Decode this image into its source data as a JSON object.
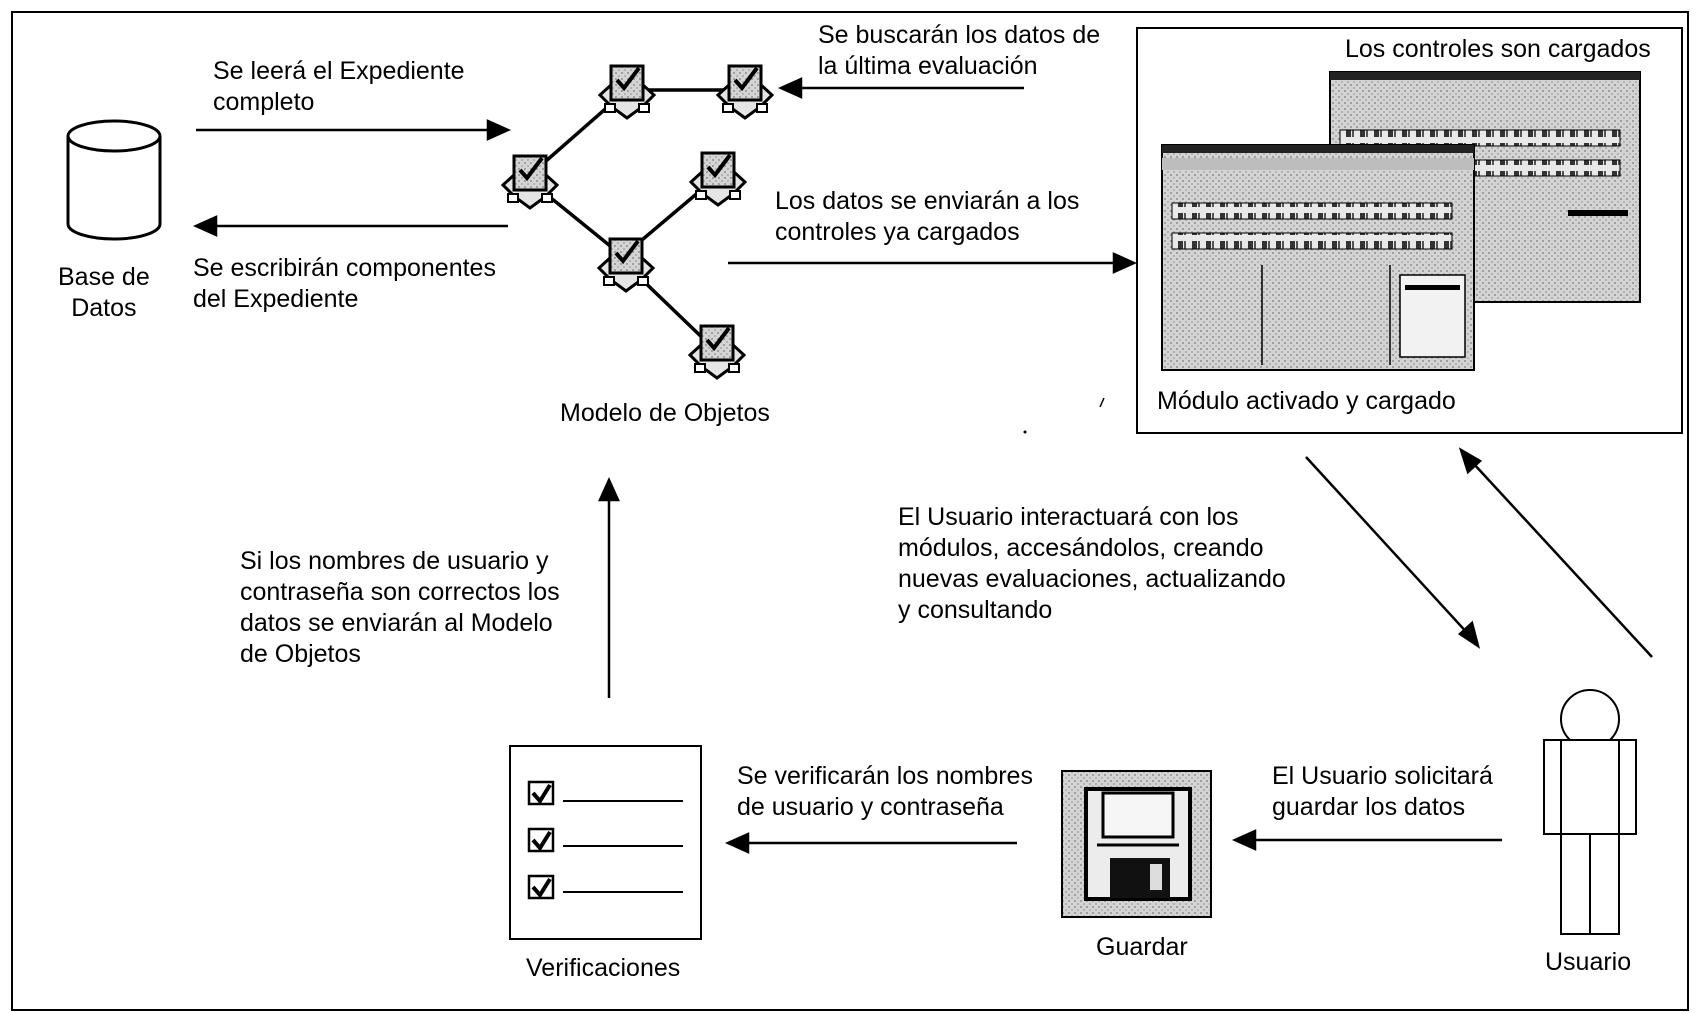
{
  "labels": {
    "database": "Base de\nDatos",
    "read_full": "Se leerá el Expediente\ncompleto",
    "write_components": "Se escribirán  componentes\ndel Expediente",
    "object_model": "Modelo de Objetos",
    "search_last": "Se buscarán los datos de\nla última evaluación",
    "controls_loaded": "Los controles son  cargados",
    "send_to_controls": "Los datos se enviarán a los\ncontroles ya cargados",
    "module_active": "Módulo activado y cargado",
    "user_interacts": "El Usuario interactuará con los\nmódulos, accesándolos, creando\nnuevas evaluaciones, actualizando\ny consultando",
    "if_valid": "Si los nombres de usuario y\ncontraseña son correctos los\ndatos se enviarán al Modelo\nde Objetos",
    "verify_names": "Se verificarán los nombres\nde usuario y contraseña",
    "user_requests_save": "El Usuario solicitará\nguardar los datos",
    "verifications": "Verificaciones",
    "save": "Guardar",
    "user": "Usuario"
  },
  "icons": [
    "database-icon",
    "object-node-icon",
    "app-window-icon",
    "checklist-icon",
    "floppy-disk-icon",
    "user-figure-icon"
  ],
  "colors": {
    "ink": "#000000",
    "paper": "#ffffff",
    "screen_gray": "#c9c9c9"
  }
}
